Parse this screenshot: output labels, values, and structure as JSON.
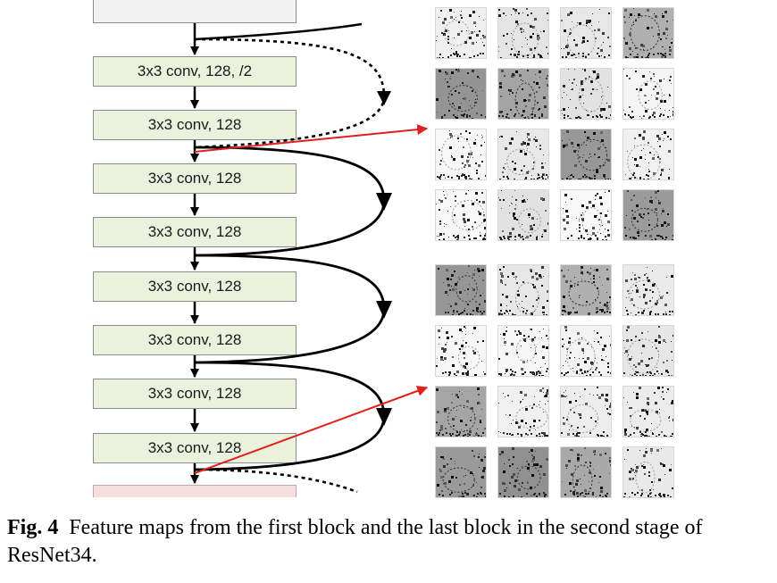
{
  "diagram": {
    "layers": [
      "3x3 conv, 128, /2",
      "3x3 conv, 128",
      "3x3 conv, 128",
      "3x3 conv, 128",
      "3x3 conv, 128",
      "3x3 conv, 128",
      "3x3 conv, 128",
      "3x3 conv, 128"
    ],
    "feature_map_grids": [
      {
        "rows": 4,
        "cols": 4
      },
      {
        "rows": 4,
        "cols": 4
      }
    ],
    "colors": {
      "layer_fill": "#eaf1dd",
      "layer_border": "#8c8c8c",
      "arrow": "#000000",
      "highlight_arrow": "#e0201b",
      "next_stage_fill": "#f4dede"
    }
  },
  "caption": {
    "label": "Fig. 4",
    "text": "Feature maps from the first block and the last block in the second stage of ResNet34."
  }
}
